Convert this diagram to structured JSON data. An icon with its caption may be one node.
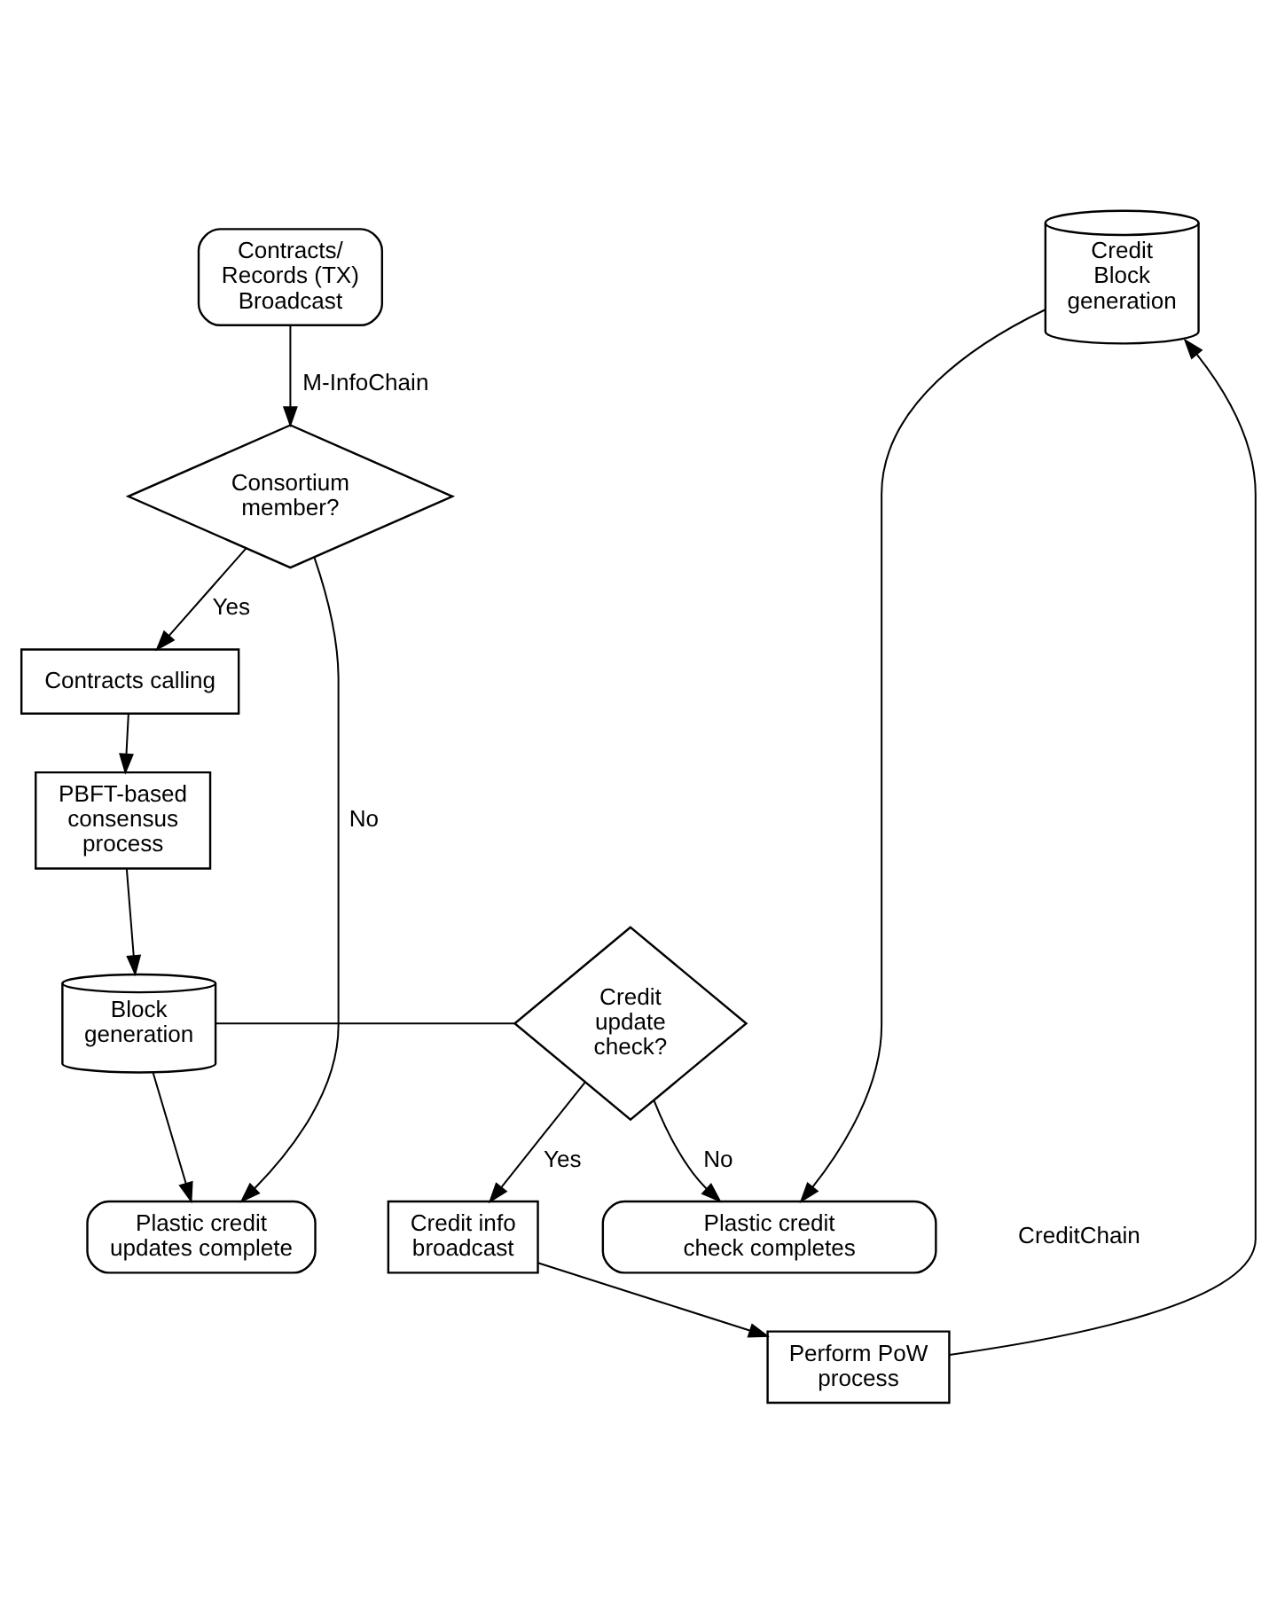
{
  "diagram": {
    "nodes": [
      {
        "text": [
          "Contracts/ Records (TX) Broadcast"
        ]
      },
      {
        "text": [
          "Consortium member?"
        ]
      },
      {
        "text": [
          "Contracts calling"
        ]
      },
      {
        "text": [
          "PBFT-based consensus process"
        ]
      },
      {
        "text": [
          "Block generation"
        ]
      },
      {
        "text": [
          "Plastic credit updates complete"
        ]
      },
      {
        "text": [
          "Credit update check?"
        ]
      },
      {
        "text": [
          "Credit info broadcast"
        ]
      },
      {
        "text": [
          "Perform PoW process"
        ]
      },
      {
        "text": [
          "Credit Block generation"
        ]
      },
      {
        "text": [
          "Plastic credit check completes"
        ]
      }
    ],
    "edges": [
      {
        "from": 0,
        "to": 1,
        "arrow": "to",
        "label": "M-InfoChain"
      },
      {
        "from": 1,
        "to": 2,
        "arrow": "to",
        "label": "Yes"
      },
      {
        "from": 1,
        "to": 5,
        "arrow": "to",
        "label": "No"
      },
      {
        "from": 2,
        "to": 3,
        "arrow": "to"
      },
      {
        "from": 3,
        "to": 4,
        "arrow": "to"
      },
      {
        "from": 4,
        "to": 5,
        "arrow": "to"
      },
      {
        "from": 4,
        "to": 6,
        "arrow": "none"
      },
      {
        "from": 6,
        "to": 7,
        "arrow": "to",
        "label": "Yes"
      },
      {
        "from": 6,
        "to": 10,
        "arrow": "to",
        "label": "No"
      },
      {
        "from": 7,
        "to": 8,
        "arrow": "to"
      },
      {
        "from": 8,
        "to": 9,
        "arrow": "to"
      },
      {
        "from": 9,
        "to": 10,
        "arrow": "to"
      }
    ],
    "labels": [
      "CreditChain"
    ]
  }
}
